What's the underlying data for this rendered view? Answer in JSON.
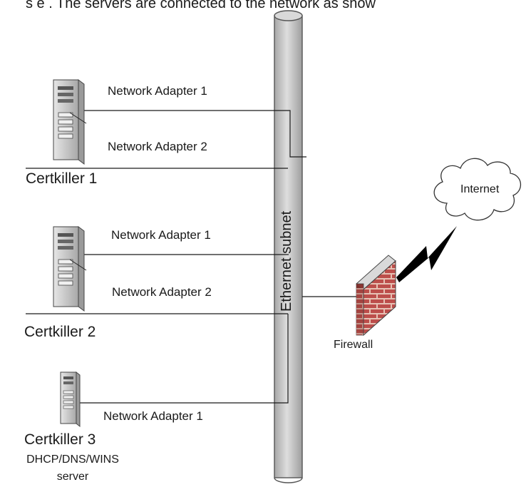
{
  "caption_fragment": "s e . The servers are connected to the network as show",
  "backbone_label": "Ethernet subnet",
  "servers": [
    {
      "name": "Certkiller 1",
      "adapters": [
        "Network Adapter 1",
        "Network Adapter 2"
      ]
    },
    {
      "name": "Certkiller 2",
      "adapters": [
        "Network Adapter 1",
        "Network Adapter 2"
      ]
    },
    {
      "name": "Certkiller 3",
      "role_lines": [
        "DHCP/DNS/WINS",
        "server"
      ],
      "adapters": [
        "Network Adapter 1"
      ]
    }
  ],
  "firewall_label": "Firewall",
  "cloud_label": "Internet",
  "colors": {
    "tower_fill": "#cfcfcf",
    "pipe_fill": "#c9c9c9",
    "brick": "#c0504d",
    "mortar": "#f1d7c9",
    "line": "#1a1a1a"
  }
}
